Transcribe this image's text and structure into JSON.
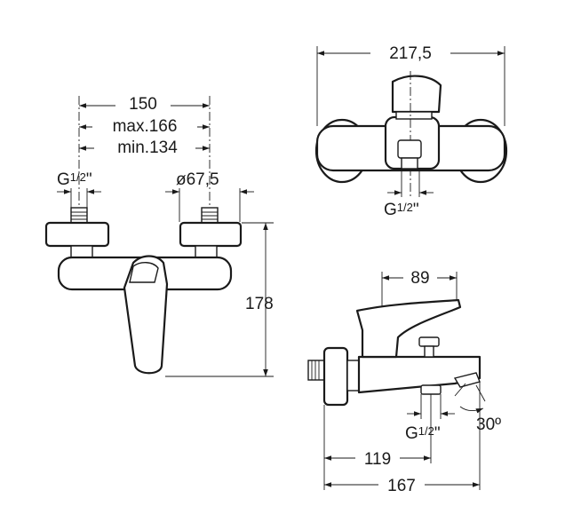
{
  "front_view": {
    "width": "150",
    "max_spacing": "max.166",
    "min_spacing": "min.134",
    "connection_left": {
      "base": "G",
      "fraction": "1/2",
      "suffix": "\""
    },
    "escutcheon_diameter": "ø67,5",
    "height": "178"
  },
  "top_view": {
    "width": "217,5",
    "connection": {
      "base": "G",
      "fraction": "1/2",
      "suffix": "\""
    }
  },
  "side_view": {
    "lever_reach": "89",
    "spout_outlet": "119",
    "total_depth": "167",
    "outlet_angle": "30º",
    "connection": {
      "base": "G",
      "fraction": "1/2",
      "suffix": "\""
    }
  }
}
